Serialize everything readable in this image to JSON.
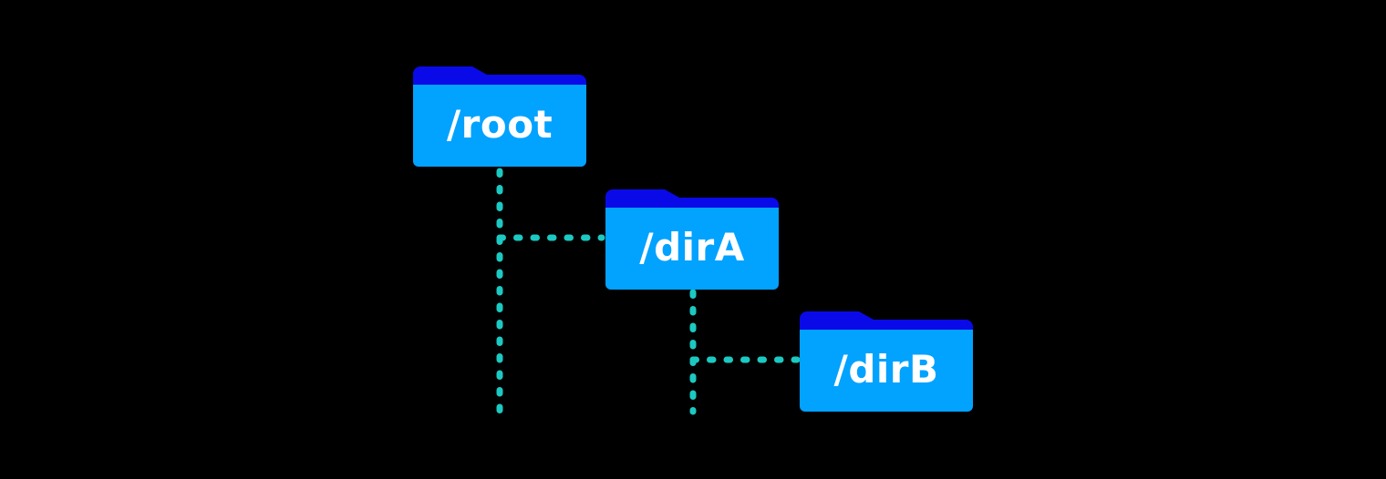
{
  "diagram": {
    "folders": [
      {
        "id": "root",
        "label": "/root"
      },
      {
        "id": "dirA",
        "label": "/dirA"
      },
      {
        "id": "dirB",
        "label": "/dirB"
      }
    ],
    "hierarchy": [
      {
        "parent": "/root",
        "child": "/dirA"
      },
      {
        "parent": "/dirA",
        "child": "/dirB"
      }
    ],
    "colors": {
      "background": "#000000",
      "folder_tab": "#0A0AE8",
      "folder_body": "#02A2FF",
      "connector_line": "#1CC9C2",
      "label_text": "#FFFFFF"
    }
  }
}
